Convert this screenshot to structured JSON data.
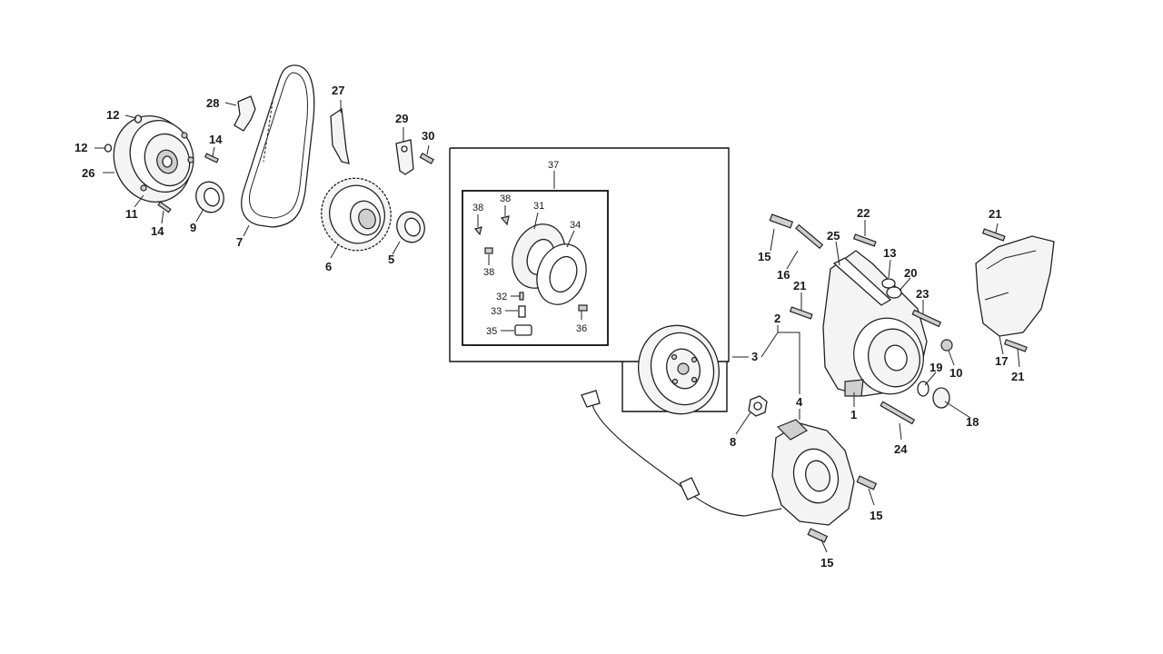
{
  "labels": {
    "l1": "1",
    "l2": "2",
    "l3": "3",
    "l4": "4",
    "l5": "5",
    "l6": "6",
    "l7": "7",
    "l8": "8",
    "l9": "9",
    "l10": "10",
    "l11": "11",
    "l12a": "12",
    "l12b": "12",
    "l13": "13",
    "l14a": "14",
    "l14b": "14",
    "l15a": "15",
    "l15b": "15",
    "l15c": "15",
    "l16": "16",
    "l17": "17",
    "l18": "18",
    "l19": "19",
    "l20": "20",
    "l21a": "21",
    "l21b": "21",
    "l21c": "21",
    "l22": "22",
    "l23": "23",
    "l24": "24",
    "l25": "25",
    "l26": "26",
    "l27": "27",
    "l28": "28",
    "l29": "29",
    "l30": "30",
    "l31": "31",
    "l32": "32",
    "l33": "33",
    "l34": "34",
    "l35": "35",
    "l36": "36",
    "l37": "37",
    "l38a": "38",
    "l38b": "38",
    "l38c": "38"
  }
}
